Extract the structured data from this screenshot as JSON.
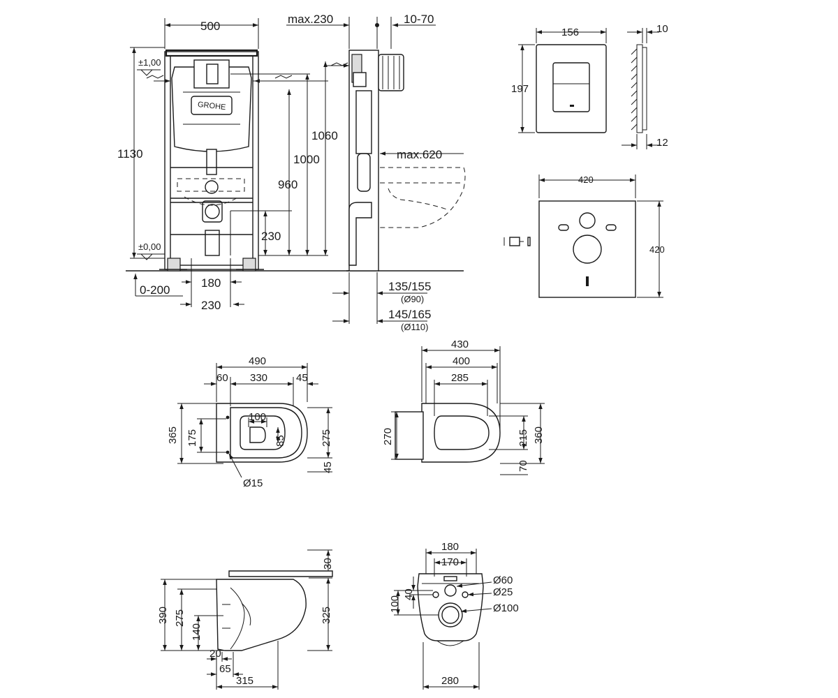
{
  "brand": "GROHE",
  "frame": {
    "width": "500",
    "height": "1130",
    "level_top": "±1,00",
    "level_floor": "±0,00",
    "h_960": "960",
    "h_1000": "1000",
    "h_1060": "1060",
    "h_230": "230",
    "w_180": "180",
    "w_230": "230",
    "offset": "0-200"
  },
  "side": {
    "max230": "max.230",
    "range1070": "10-70",
    "max620": "max.620",
    "d135": "135/155",
    "d135sub": "(Ø90)",
    "d145": "145/165",
    "d145sub": "(Ø110)"
  },
  "plate": {
    "w": "156",
    "h": "197",
    "depth10": "10",
    "depth12": "12"
  },
  "pad": {
    "w": "420",
    "h": "420"
  },
  "top_view": {
    "d490": "490",
    "d60": "60",
    "d330": "330",
    "d45a": "45",
    "d365": "365",
    "d175": "175",
    "d100": "100",
    "d85": "85",
    "d275": "275",
    "d45b": "45",
    "d15": "Ø15"
  },
  "seat_view": {
    "d430": "430",
    "d400": "400",
    "d285": "285",
    "d270": "270",
    "d215": "215",
    "d360": "360",
    "d70": "70"
  },
  "bowl_side": {
    "d30": "30",
    "d390": "390",
    "d275": "275",
    "d325": "325",
    "d140": "140",
    "d20": "20",
    "d65": "65",
    "d315": "315"
  },
  "bowl_rear": {
    "d180": "180",
    "d170": "170",
    "d60": "Ø60",
    "d25": "Ø25",
    "d100": "Ø100",
    "d40": "40",
    "d100v": "100",
    "d280": "280"
  }
}
